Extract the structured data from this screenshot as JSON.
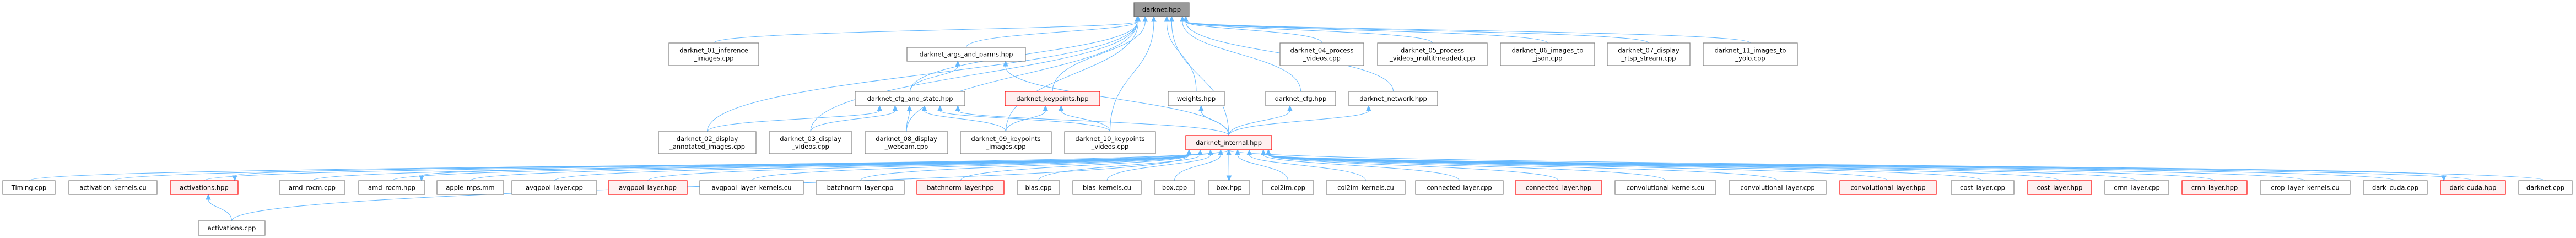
{
  "graph": {
    "title": "darknet.hpp include dependency graph",
    "colors": {
      "edge": "#63b8ff",
      "root_fill": "#999999",
      "truncated_border": "#ff0000",
      "truncated_fill": "#fff0f0",
      "normal_border": "#808080"
    },
    "nodes": [
      {
        "id": "darknet_hpp",
        "lines": [
          "darknet.hpp"
        ],
        "style": "root"
      },
      {
        "id": "d01",
        "lines": [
          "darknet_01_inference",
          "_images.cpp"
        ],
        "style": "normal"
      },
      {
        "id": "args",
        "lines": [
          "darknet_args_and_parms.hpp"
        ],
        "style": "normal"
      },
      {
        "id": "d04",
        "lines": [
          "darknet_04_process",
          "_videos.cpp"
        ],
        "style": "normal"
      },
      {
        "id": "d05",
        "lines": [
          "darknet_05_process",
          "_videos_multithreaded.cpp"
        ],
        "style": "normal"
      },
      {
        "id": "d06",
        "lines": [
          "darknet_06_images_to",
          "_json.cpp"
        ],
        "style": "normal"
      },
      {
        "id": "d07",
        "lines": [
          "darknet_07_display",
          "_rtsp_stream.cpp"
        ],
        "style": "normal"
      },
      {
        "id": "d11",
        "lines": [
          "darknet_11_images_to",
          "_yolo.cpp"
        ],
        "style": "normal"
      },
      {
        "id": "cfgstate",
        "lines": [
          "darknet_cfg_and_state.hpp"
        ],
        "style": "normal"
      },
      {
        "id": "keypoints",
        "lines": [
          "darknet_keypoints.hpp"
        ],
        "style": "truncated"
      },
      {
        "id": "weights",
        "lines": [
          "weights.hpp"
        ],
        "style": "normal"
      },
      {
        "id": "cfg",
        "lines": [
          "darknet_cfg.hpp"
        ],
        "style": "normal"
      },
      {
        "id": "network",
        "lines": [
          "darknet_network.hpp"
        ],
        "style": "normal"
      },
      {
        "id": "d02",
        "lines": [
          "darknet_02_display",
          "_annotated_images.cpp"
        ],
        "style": "normal"
      },
      {
        "id": "d03",
        "lines": [
          "darknet_03_display",
          "_videos.cpp"
        ],
        "style": "normal"
      },
      {
        "id": "d08",
        "lines": [
          "darknet_08_display",
          "_webcam.cpp"
        ],
        "style": "normal"
      },
      {
        "id": "d09",
        "lines": [
          "darknet_09_keypoints",
          "_images.cpp"
        ],
        "style": "normal"
      },
      {
        "id": "d10",
        "lines": [
          "darknet_10_keypoints",
          "_videos.cpp"
        ],
        "style": "normal"
      },
      {
        "id": "internal",
        "lines": [
          "darknet_internal.hpp"
        ],
        "style": "truncated"
      },
      {
        "id": "timing",
        "lines": [
          "Timing.cpp"
        ],
        "style": "normal"
      },
      {
        "id": "act_k",
        "lines": [
          "activation_kernels.cu"
        ],
        "style": "normal"
      },
      {
        "id": "act_h",
        "lines": [
          "activations.hpp"
        ],
        "style": "truncated"
      },
      {
        "id": "amd_c",
        "lines": [
          "amd_rocm.cpp"
        ],
        "style": "normal"
      },
      {
        "id": "amd_h",
        "lines": [
          "amd_rocm.hpp"
        ],
        "style": "normal"
      },
      {
        "id": "apple",
        "lines": [
          "apple_mps.mm"
        ],
        "style": "normal"
      },
      {
        "id": "avg_c",
        "lines": [
          "avgpool_layer.cpp"
        ],
        "style": "normal"
      },
      {
        "id": "avg_h",
        "lines": [
          "avgpool_layer.hpp"
        ],
        "style": "truncated"
      },
      {
        "id": "avg_k",
        "lines": [
          "avgpool_layer_kernels.cu"
        ],
        "style": "normal"
      },
      {
        "id": "bn_c",
        "lines": [
          "batchnorm_layer.cpp"
        ],
        "style": "normal"
      },
      {
        "id": "bn_h",
        "lines": [
          "batchnorm_layer.hpp"
        ],
        "style": "truncated"
      },
      {
        "id": "blas_c",
        "lines": [
          "blas.cpp"
        ],
        "style": "normal"
      },
      {
        "id": "blas_k",
        "lines": [
          "blas_kernels.cu"
        ],
        "style": "normal"
      },
      {
        "id": "box_c",
        "lines": [
          "box.cpp"
        ],
        "style": "normal"
      },
      {
        "id": "box_h",
        "lines": [
          "box.hpp"
        ],
        "style": "normal"
      },
      {
        "id": "c2i_c",
        "lines": [
          "col2im.cpp"
        ],
        "style": "normal"
      },
      {
        "id": "c2i_k",
        "lines": [
          "col2im_kernels.cu"
        ],
        "style": "normal"
      },
      {
        "id": "conn_c",
        "lines": [
          "connected_layer.cpp"
        ],
        "style": "normal"
      },
      {
        "id": "conn_h",
        "lines": [
          "connected_layer.hpp"
        ],
        "style": "truncated"
      },
      {
        "id": "conv_k",
        "lines": [
          "convolutional_kernels.cu"
        ],
        "style": "normal"
      },
      {
        "id": "conv_c",
        "lines": [
          "convolutional_layer.cpp"
        ],
        "style": "normal"
      },
      {
        "id": "conv_h",
        "lines": [
          "convolutional_layer.hpp"
        ],
        "style": "truncated"
      },
      {
        "id": "cost_c",
        "lines": [
          "cost_layer.cpp"
        ],
        "style": "normal"
      },
      {
        "id": "cost_h",
        "lines": [
          "cost_layer.hpp"
        ],
        "style": "truncated"
      },
      {
        "id": "crnn_c",
        "lines": [
          "crnn_layer.cpp"
        ],
        "style": "normal"
      },
      {
        "id": "crnn_h",
        "lines": [
          "crnn_layer.hpp"
        ],
        "style": "truncated"
      },
      {
        "id": "crop_k",
        "lines": [
          "crop_layer_kernels.cu"
        ],
        "style": "normal"
      },
      {
        "id": "dcuda_c",
        "lines": [
          "dark_cuda.cpp"
        ],
        "style": "normal"
      },
      {
        "id": "dcuda_h",
        "lines": [
          "dark_cuda.hpp"
        ],
        "style": "truncated"
      },
      {
        "id": "darknet_c",
        "lines": [
          "darknet.cpp"
        ],
        "style": "normal"
      },
      {
        "id": "act_c",
        "lines": [
          "activations.cpp"
        ],
        "style": "normal"
      }
    ],
    "edges": [
      [
        "d01",
        "darknet_hpp"
      ],
      [
        "args",
        "darknet_hpp"
      ],
      [
        "d04",
        "darknet_hpp"
      ],
      [
        "d05",
        "darknet_hpp"
      ],
      [
        "d06",
        "darknet_hpp"
      ],
      [
        "d07",
        "darknet_hpp"
      ],
      [
        "d11",
        "darknet_hpp"
      ],
      [
        "cfgstate",
        "darknet_hpp"
      ],
      [
        "keypoints",
        "darknet_hpp"
      ],
      [
        "weights",
        "darknet_hpp"
      ],
      [
        "cfg",
        "darknet_hpp"
      ],
      [
        "network",
        "darknet_hpp"
      ],
      [
        "d02",
        "darknet_hpp"
      ],
      [
        "d03",
        "darknet_hpp"
      ],
      [
        "d08",
        "darknet_hpp"
      ],
      [
        "d09",
        "darknet_hpp"
      ],
      [
        "d10",
        "darknet_hpp"
      ],
      [
        "internal",
        "darknet_hpp"
      ],
      [
        "cfgstate",
        "args"
      ],
      [
        "internal",
        "args"
      ],
      [
        "d02",
        "cfgstate"
      ],
      [
        "d03",
        "cfgstate"
      ],
      [
        "d08",
        "cfgstate"
      ],
      [
        "d09",
        "cfgstate"
      ],
      [
        "d10",
        "cfgstate"
      ],
      [
        "internal",
        "cfgstate"
      ],
      [
        "d09",
        "keypoints"
      ],
      [
        "d10",
        "keypoints"
      ],
      [
        "internal",
        "weights"
      ],
      [
        "internal",
        "cfg"
      ],
      [
        "internal",
        "network"
      ],
      [
        "timing",
        "internal"
      ],
      [
        "act_k",
        "internal"
      ],
      [
        "act_h",
        "internal"
      ],
      [
        "amd_c",
        "internal"
      ],
      [
        "amd_h",
        "internal"
      ],
      [
        "apple",
        "internal"
      ],
      [
        "avg_c",
        "internal"
      ],
      [
        "avg_h",
        "internal"
      ],
      [
        "avg_k",
        "internal"
      ],
      [
        "bn_c",
        "internal"
      ],
      [
        "bn_h",
        "internal"
      ],
      [
        "blas_c",
        "internal"
      ],
      [
        "blas_k",
        "internal"
      ],
      [
        "box_c",
        "internal"
      ],
      [
        "box_h",
        "internal"
      ],
      [
        "c2i_c",
        "internal"
      ],
      [
        "c2i_k",
        "internal"
      ],
      [
        "conn_c",
        "internal"
      ],
      [
        "conn_h",
        "internal"
      ],
      [
        "conv_k",
        "internal"
      ],
      [
        "conv_c",
        "internal"
      ],
      [
        "conv_h",
        "internal"
      ],
      [
        "cost_c",
        "internal"
      ],
      [
        "cost_h",
        "internal"
      ],
      [
        "crnn_c",
        "internal"
      ],
      [
        "crnn_h",
        "internal"
      ],
      [
        "crop_k",
        "internal"
      ],
      [
        "dcuda_c",
        "internal"
      ],
      [
        "dcuda_h",
        "internal"
      ],
      [
        "darknet_c",
        "internal"
      ],
      [
        "act_c",
        "internal"
      ],
      [
        "act_c",
        "act_h"
      ],
      [
        "internal",
        "act_h"
      ],
      [
        "internal",
        "amd_h"
      ],
      [
        "internal",
        "box_h"
      ],
      [
        "internal",
        "dcuda_h"
      ]
    ]
  }
}
